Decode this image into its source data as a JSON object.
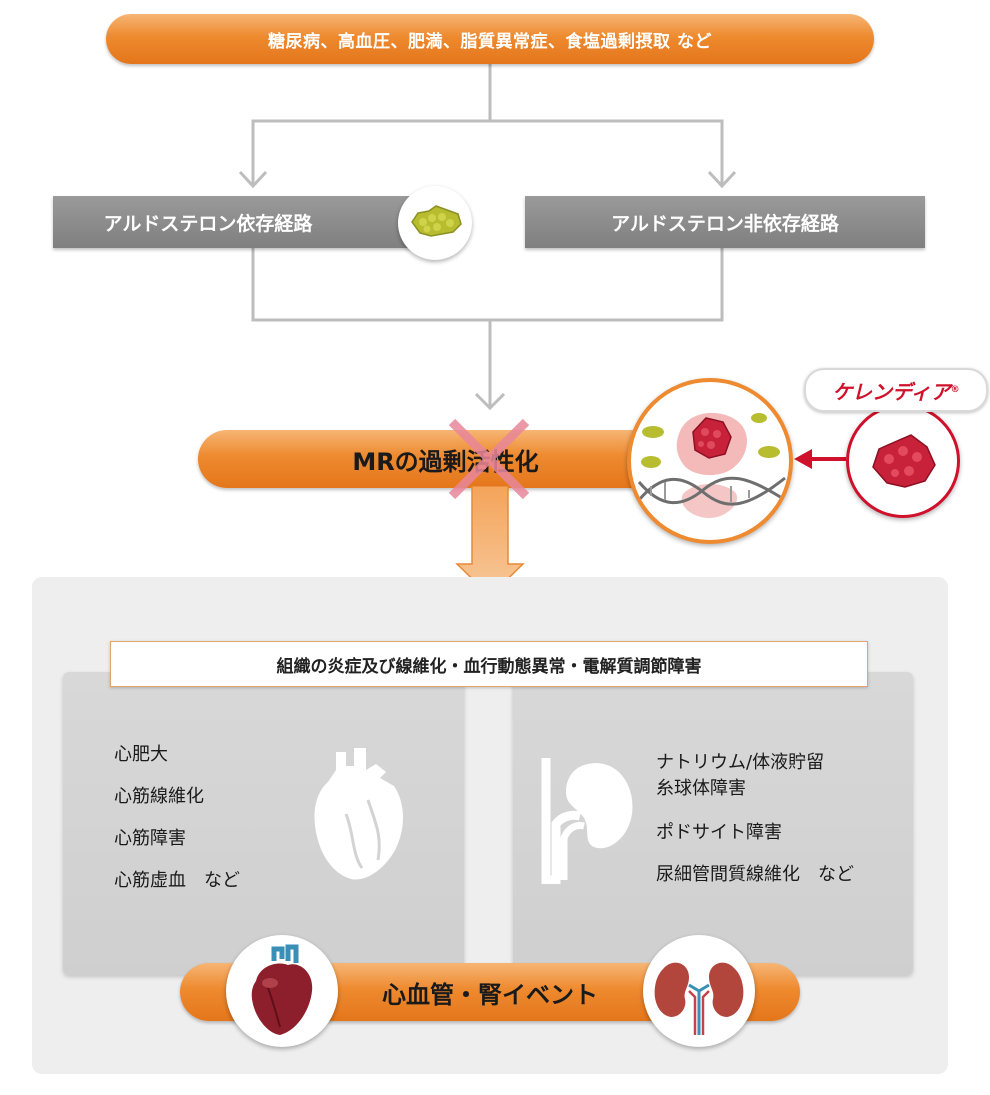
{
  "top_factors": "糖尿病、高血圧、肥満、脂質異常症、食塩過剰摂取 など",
  "pathways": {
    "dependent": "アルドステロン依存経路",
    "independent": "アルドステロン非依存経路"
  },
  "mr_activation": "MRの過剰活性化",
  "drug": {
    "name": "ケレンディア",
    "mark": "®"
  },
  "outcome_banner": "組織の炎症及び線維化・血行動態異常・電解質調節障害",
  "heart_effects": [
    "心肥大",
    "心筋線維化",
    "心筋障害",
    "心筋虚血　など"
  ],
  "kidney_effects": [
    "ナトリウム/体液貯留",
    "糸球体障害",
    "ポドサイト障害",
    "尿細管間質線維化　など"
  ],
  "final_event": "心血管・腎イベント",
  "colors": {
    "orange": "#ee8a2f",
    "gray_box": "#8a8a8a",
    "drug_red": "#d0112b",
    "cross": "#e8879a",
    "connector": "#bdbdbd"
  }
}
